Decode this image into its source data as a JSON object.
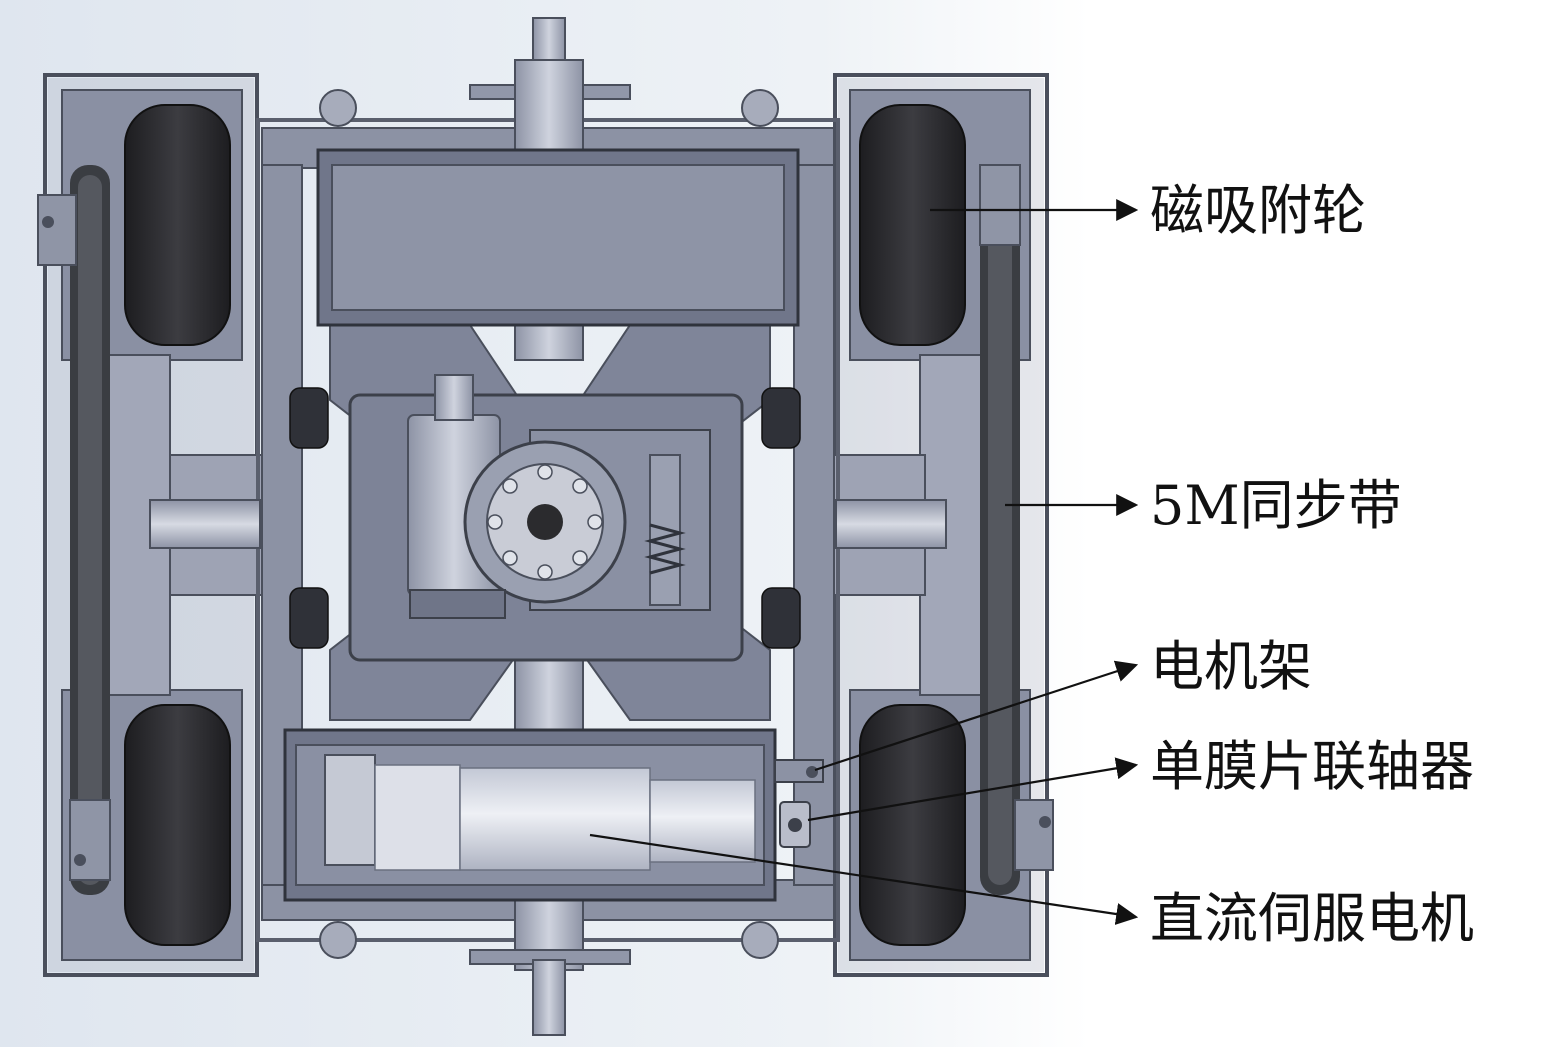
{
  "labels": {
    "magnetic_wheel": "磁吸附轮",
    "timing_belt": "5M同步带",
    "motor_mount": "电机架",
    "coupling": "单膜片联轴器",
    "dc_servo_motor": "直流伺服电机"
  },
  "colors": {
    "frame": "#7f8599",
    "frame_dark": "#4a4f5c",
    "frame_light": "#a9aec0",
    "wheel": "#2b2b2e",
    "belt": "#3a3d42",
    "shaft": "#b7bccb",
    "motor_body": "#d6d9e2",
    "background_fade": "#dfe6ef",
    "label_text": "#111111",
    "arrow": "#111111"
  }
}
